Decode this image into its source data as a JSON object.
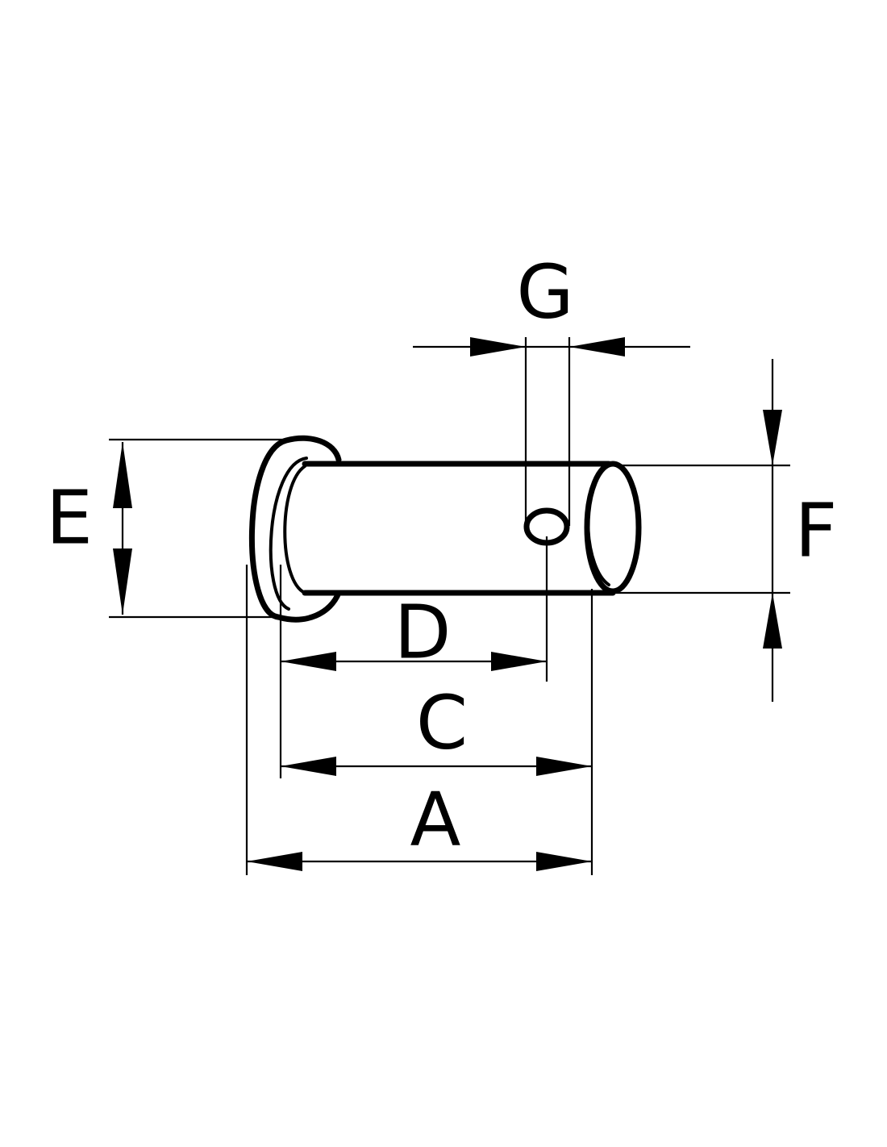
{
  "diagram": {
    "labels": {
      "A": "A",
      "C": "C",
      "D": "D",
      "E": "E",
      "F": "F",
      "G": "G"
    },
    "colors": {
      "line": "#000000",
      "background": "#ffffff"
    }
  }
}
